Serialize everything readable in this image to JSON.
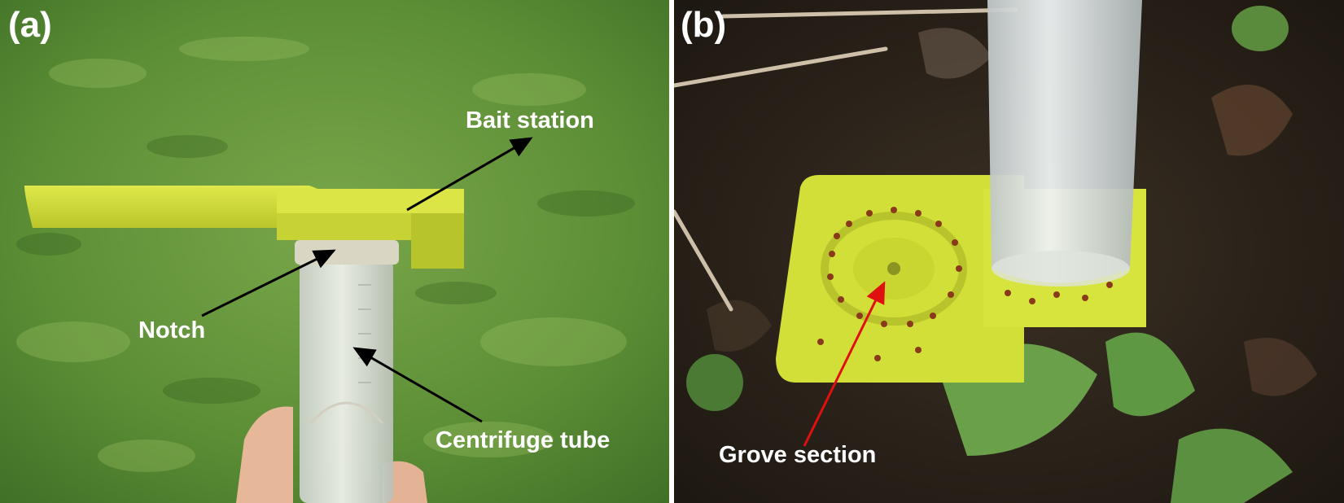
{
  "figure": {
    "panel_a": {
      "letter": "(a)",
      "labels": {
        "bait_station": "Bait station",
        "notch": "Notch",
        "centrifuge_tube": "Centrifuge tube"
      }
    },
    "panel_b": {
      "letter": "(b)",
      "labels": {
        "grove_section": "Grove section"
      }
    }
  },
  "colors": {
    "label_text": "#ffffff",
    "arrow_black": "#000000",
    "arrow_red": "#e01010",
    "bait_station_yellow": "#d4e23a",
    "grass_green": "#5f8f3a",
    "soil_dark": "#2a2218"
  }
}
